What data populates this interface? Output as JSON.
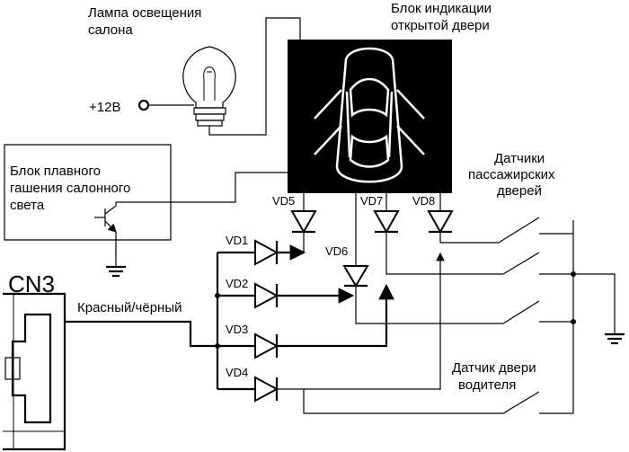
{
  "labels": {
    "lamp": [
      "Лампа освещения",
      "салона"
    ],
    "door_indicator": [
      "Блок индикации",
      "открытой двери"
    ],
    "dimmer": [
      "Блок плавного",
      "гашения салонного",
      "света"
    ],
    "passenger_sensors": [
      "Датчики",
      "пассажирских",
      "дверей"
    ],
    "driver_sensor": [
      "Датчик двери",
      "водителя"
    ],
    "supply": "+12В",
    "wire": "Красный/чёрный",
    "connector": "CN3"
  },
  "diodes": [
    "VD1",
    "VD2",
    "VD3",
    "VD4",
    "VD5",
    "VD6",
    "VD7",
    "VD8"
  ],
  "colors": {
    "ink": "#000000",
    "paper": "#ffffff",
    "connector_fill": "#eeeeee"
  },
  "icons": [
    "lamp-icon",
    "car-top-view-icon",
    "transistor-icon",
    "ground-icon",
    "switch-icon",
    "connector-icon"
  ]
}
